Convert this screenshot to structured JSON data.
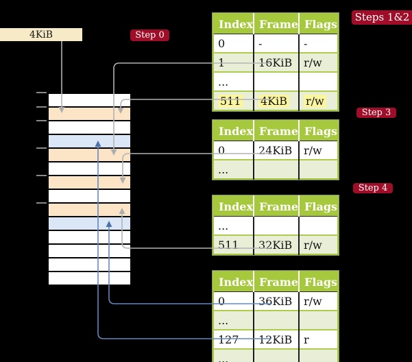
{
  "frame_box": {
    "label": "4KiB"
  },
  "badges": {
    "step0": "Step 0",
    "steps_1_2": "Steps 1&2",
    "step3": "Step 3",
    "step4": "Step 4"
  },
  "table_headers": [
    "Index",
    "Frame",
    "Flags"
  ],
  "page_tables": {
    "t1": {
      "rows": [
        [
          "0",
          "-",
          "-"
        ],
        [
          "1",
          "16KiB",
          "r/w"
        ],
        [
          "...",
          "",
          ""
        ],
        [
          "511",
          "4KiB",
          "r/w"
        ]
      ],
      "highlighted_row": 3
    },
    "t2": {
      "rows": [
        [
          "0",
          "24KiB",
          "r/w"
        ],
        [
          "...",
          "",
          ""
        ]
      ]
    },
    "t3": {
      "rows": [
        [
          "...",
          "",
          ""
        ],
        [
          "511",
          "32KiB",
          "r/w"
        ]
      ]
    },
    "t4": {
      "rows": [
        [
          "0",
          "36KiB",
          "r/w"
        ],
        [
          "...",
          "",
          ""
        ],
        [
          "127",
          "12KiB",
          "r"
        ],
        [
          "...",
          "",
          ""
        ]
      ]
    }
  },
  "memory": {
    "rows": [
      {
        "fill": "#ffffff"
      },
      {
        "fill": "#fce4c6"
      },
      {
        "fill": "#ffffff"
      },
      {
        "fill": "#dbe7f6"
      },
      {
        "fill": "#fce4c6"
      },
      {
        "fill": "#ffffff"
      },
      {
        "fill": "#fce4c6"
      },
      {
        "fill": "#ffffff"
      },
      {
        "fill": "#fce4c6"
      },
      {
        "fill": "#dbe7f6"
      },
      {
        "fill": "#ffffff"
      },
      {
        "fill": "#ffffff"
      },
      {
        "fill": "#ffffff"
      },
      {
        "fill": "#ffffff"
      }
    ]
  },
  "colors": {
    "badge_red": "#a00d28",
    "table_header_green": "#a6c83c",
    "table_row_green": "#e9efd7",
    "row_separator_green": "#aecb4e",
    "highlight_yellow": "#fbf59f",
    "frame_peach": "#fce4c6",
    "mapped_page_blue": "#dbe7f6",
    "frame_box_cream": "#f7eac6",
    "arrow_gray": "#b3b3b3",
    "arrow_blue": "#6487bd"
  }
}
